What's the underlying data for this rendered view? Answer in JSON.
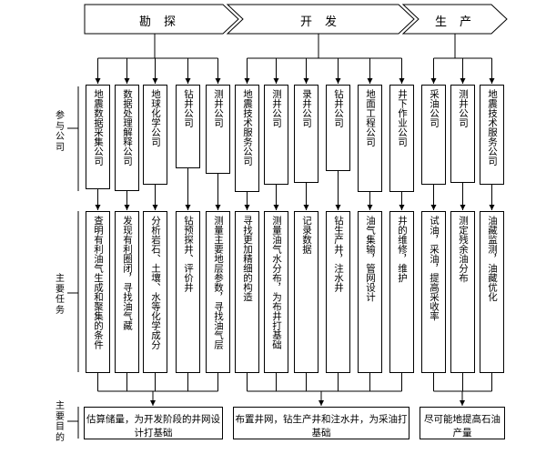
{
  "phases": [
    {
      "label": "勘探"
    },
    {
      "label": "开发"
    },
    {
      "label": "生产"
    }
  ],
  "row_labels": {
    "companies": "参与公司",
    "tasks": "主要任务",
    "goals": "主要目的"
  },
  "columns": [
    {
      "company": "地震数据采集公司",
      "task": "查明有利油气生成和聚集的条件"
    },
    {
      "company": "数据处理解释公司",
      "task": "发现有利圈闭，寻找油气藏"
    },
    {
      "company": "地球化学公司",
      "task": "分析岩石、土壤、水等化学成分"
    },
    {
      "company": "钻井公司",
      "task": "钻预探井、评价井"
    },
    {
      "company": "测井公司",
      "task": "测量主要地层参数，寻找油气层"
    },
    {
      "company": "地震技术服务公司",
      "task": "寻找更加精细的构造"
    },
    {
      "company": "测井公司",
      "task": "测量油气水分布，为布井打基础"
    },
    {
      "company": "录井公司",
      "task": "记录数据"
    },
    {
      "company": "钻井公司",
      "task": "钻生产井，注水井"
    },
    {
      "company": "地面工程公司",
      "task": "油气集输，管网设计"
    },
    {
      "company": "井下作业公司",
      "task": "井的维修，维护"
    },
    {
      "company": "采油公司",
      "task": "试油，采油，提高采收率"
    },
    {
      "company": "测井公司",
      "task": "测定残余油分布"
    },
    {
      "company": "地震技术服务公司",
      "task": "油藏监测，油藏优化"
    }
  ],
  "goals": [
    {
      "text": "估算储量，为开发阶段的井网设计打基础"
    },
    {
      "text": "布置井网，钻生产井和注水井，为采油打基础"
    },
    {
      "text": "尽可能地提高石油产量"
    }
  ]
}
